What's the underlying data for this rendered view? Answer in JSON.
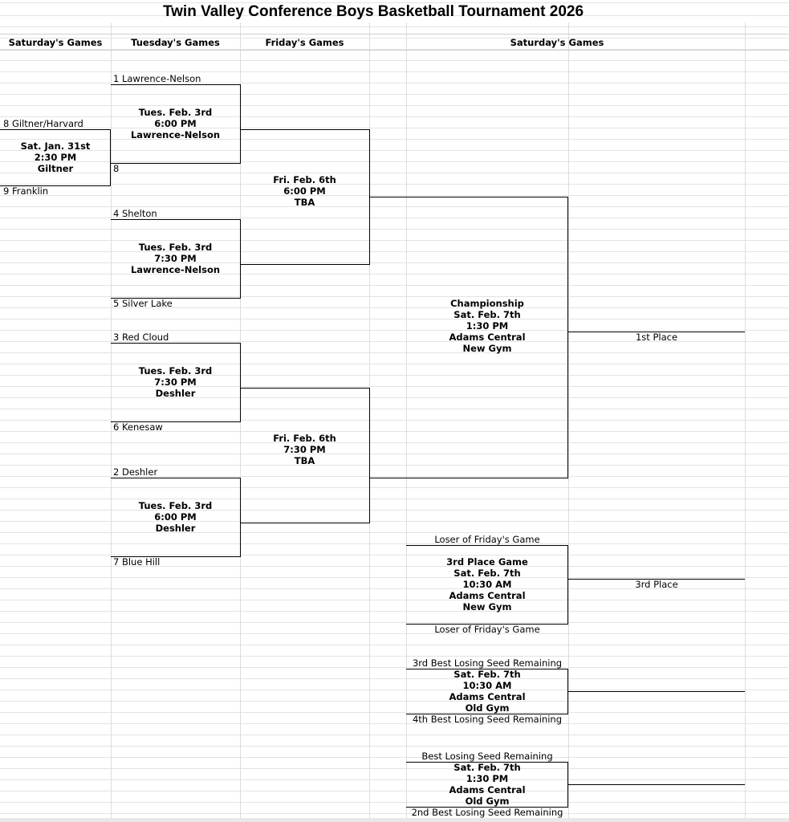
{
  "title": "Twin Valley Conference Boys Basketball Tournament 2026",
  "column_headers": {
    "col1": "Saturday's Games",
    "col2": "Tuesday's Games",
    "col3": "Friday's Games",
    "col4": "Saturday's Games"
  },
  "round1": {
    "team_top": "8 Giltner/Harvard",
    "team_bottom": "9 Franklin",
    "game": [
      "Sat. Jan. 31st",
      "2:30 PM",
      "Giltner"
    ]
  },
  "quarterfinals": [
    {
      "team_top": "1 Lawrence-Nelson",
      "team_bottom": "8",
      "game": [
        "Tues. Feb. 3rd",
        "6:00 PM",
        "Lawrence-Nelson"
      ]
    },
    {
      "team_top": "4 Shelton",
      "team_bottom": "5 Silver Lake",
      "game": [
        "Tues. Feb. 3rd",
        "7:30 PM",
        "Lawrence-Nelson"
      ]
    },
    {
      "team_top": "3 Red Cloud",
      "team_bottom": "6 Kenesaw",
      "game": [
        "Tues. Feb. 3rd",
        "7:30 PM",
        "Deshler"
      ]
    },
    {
      "team_top": "2 Deshler",
      "team_bottom": "7 Blue Hill",
      "game": [
        "Tues. Feb. 3rd",
        "6:00 PM",
        "Deshler"
      ]
    }
  ],
  "semifinals": [
    {
      "game": [
        "Fri. Feb. 6th",
        "6:00 PM",
        "TBA"
      ]
    },
    {
      "game": [
        "Fri. Feb. 6th",
        "7:30 PM",
        "TBA"
      ]
    }
  ],
  "championship": {
    "game": [
      "Championship",
      "Sat. Feb. 7th",
      "1:30 PM",
      "Adams Central",
      "New Gym"
    ],
    "result": "1st Place"
  },
  "third_place": {
    "team_top": "Loser of Friday's Game",
    "team_bottom": "Loser of Friday's Game",
    "game": [
      "3rd Place Game",
      "Sat. Feb. 7th",
      "10:30 AM",
      "Adams Central",
      "New Gym"
    ],
    "result": "3rd Place"
  },
  "consolation": [
    {
      "team_top": "3rd Best Losing Seed Remaining",
      "team_bottom": "4th Best Losing Seed Remaining",
      "game": [
        "Sat. Feb. 7th",
        "10:30 AM",
        "Adams Central",
        "Old Gym"
      ]
    },
    {
      "team_top": "Best Losing Seed Remaining",
      "team_bottom": "2nd Best Losing Seed Remaining",
      "game": [
        "Sat. Feb. 7th",
        "1:30 PM",
        "Adams Central",
        "Old Gym"
      ]
    }
  ]
}
